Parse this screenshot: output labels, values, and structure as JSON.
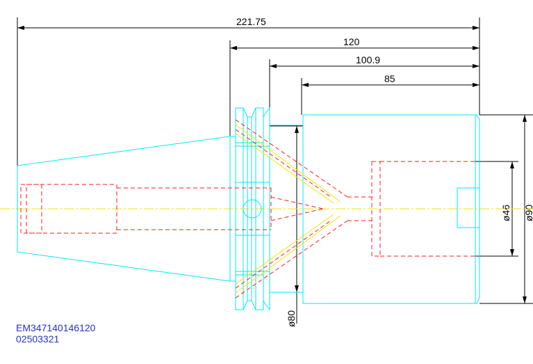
{
  "dimensions": {
    "overall_length": "221.75",
    "length_120": "120",
    "length_100_9": "100.9",
    "length_85": "85",
    "dia_46": "ø46",
    "dia_90": "ø90",
    "dia_80": "ø80"
  },
  "part_info": {
    "code": "EM347140146120",
    "serial": "02503321"
  },
  "colors": {
    "outline": "#00e5ff",
    "hidden": "#ff1a1a",
    "centerline": "#f2e600",
    "dimension": "#000000",
    "label": "#2233cc"
  }
}
